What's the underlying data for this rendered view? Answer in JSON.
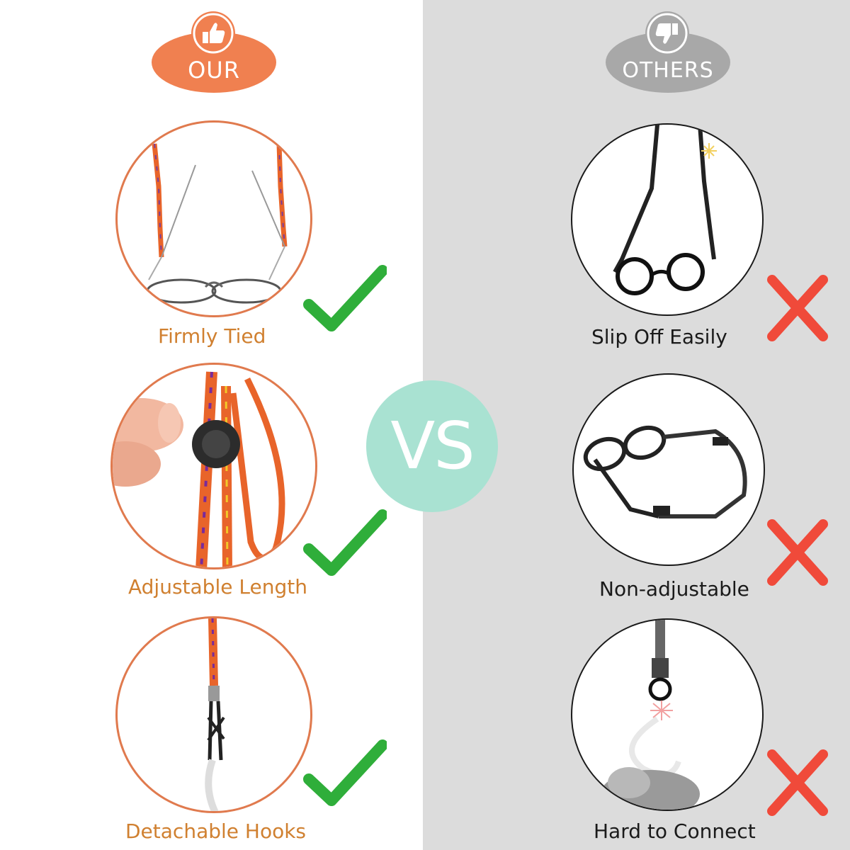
{
  "header": {
    "our_label": "OUR",
    "others_label": "OTHERS"
  },
  "vs_label": "VS",
  "ours": [
    {
      "caption": "Firmly Tied",
      "mark": "check-icon"
    },
    {
      "caption": "Adjustable Length",
      "mark": "check-icon"
    },
    {
      "caption": "Detachable Hooks",
      "mark": "check-icon"
    }
  ],
  "others": [
    {
      "caption": "Slip Off Easily",
      "mark": "cross-icon"
    },
    {
      "caption": "Non-adjustable",
      "mark": "cross-icon"
    },
    {
      "caption": "Hard to Connect",
      "mark": "cross-icon"
    }
  ],
  "colors": {
    "our_accent": "#f08050",
    "our_caption": "#d08030",
    "others_accent": "#a8a8a8",
    "vs_circle": "#a9e2d2",
    "check": "#2fae3a",
    "cross": "#f04a3a",
    "right_panel": "#dcdcdc"
  }
}
